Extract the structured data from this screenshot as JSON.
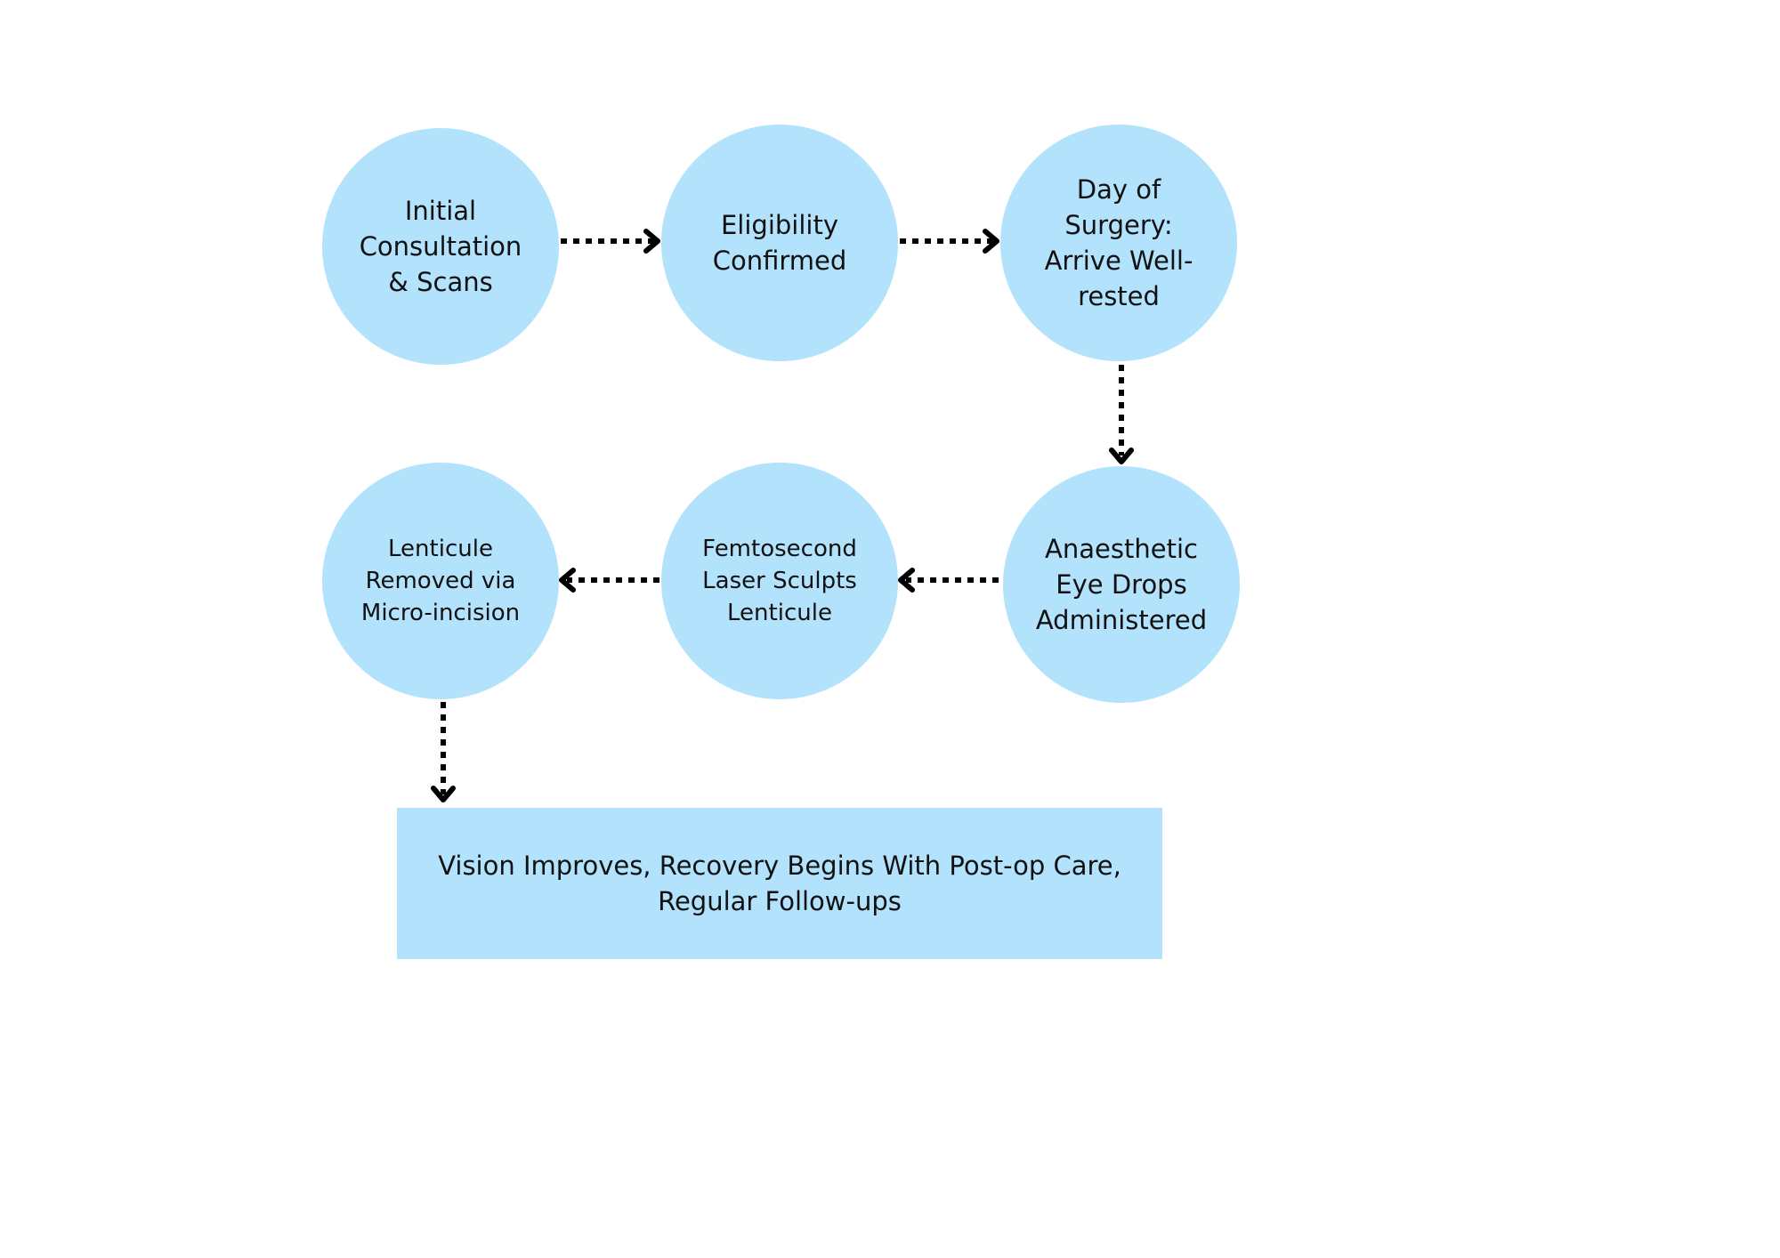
{
  "colors": {
    "node_fill": "#b3e3fc",
    "arrow": "#000000",
    "background": "#ffffff"
  },
  "steps": [
    {
      "label": "Initial\nConsultation\n& Scans"
    },
    {
      "label": "Eligibility\nConfirmed"
    },
    {
      "label": "Day of\nSurgery:\nArrive Well-\nrested"
    },
    {
      "label": "Anaesthetic\nEye Drops\nAdministered"
    },
    {
      "label": "Femtosecond\nLaser Sculpts\nLenticule"
    },
    {
      "label": "Lenticule\nRemoved via\nMicro-incision"
    }
  ],
  "outcome": {
    "label": "Vision Improves, Recovery Begins With Post-op Care,\nRegular Follow-ups"
  }
}
